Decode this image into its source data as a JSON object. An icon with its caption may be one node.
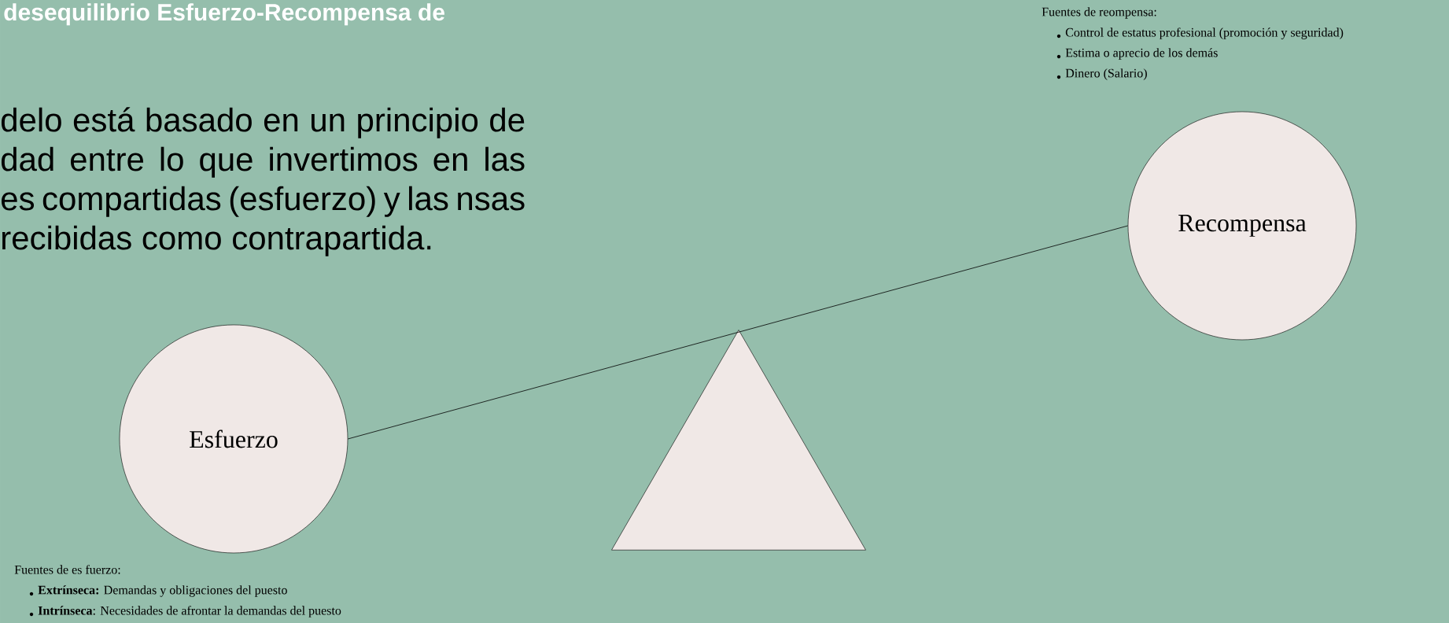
{
  "diagram": {
    "title": "desequilibrio Esfuerzo-Recompensa de",
    "nodes": [
      {
        "text": [
          "Esfuerzo"
        ]
      },
      {
        "text": [],
        "shape": "triangle"
      },
      {
        "text": [
          "Recompensa"
        ]
      }
    ],
    "edges": [
      {
        "from": 0,
        "to": 2,
        "arrow": "none"
      }
    ],
    "labels": [
      "delo está basado en un principio de dad entre lo que invertimos en las es compartidas (esfuerzo) y las nsas recibidas como contrapartida.",
      "Fuentes de reompensa:",
      "Control de estatus profesional (promoción y seguridad)",
      "Estima o aprecio de los demás",
      "Dinero (Salario)",
      "Fuentes de es fuerzo:",
      "**Extrínseca:** Demandas y obligaciones del puesto",
      "**Intrínseca**: Necesidades de afrontar la demandas del puesto"
    ]
  }
}
